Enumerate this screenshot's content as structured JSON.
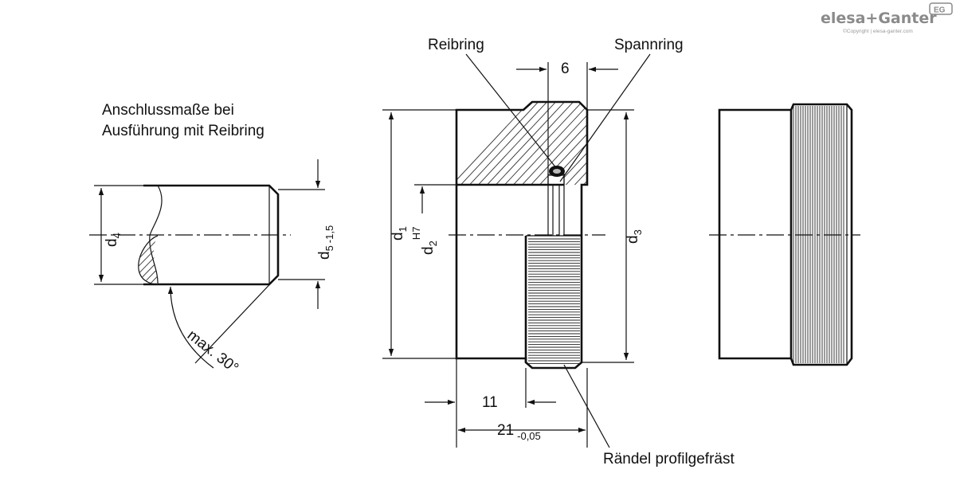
{
  "brand": {
    "name": "elesa+Ganter",
    "badge": "EG",
    "copyright": "©Copyright | elesa-ganter.com"
  },
  "labels": {
    "connection_line1": "Anschlussmaße bei",
    "connection_line2": "Ausführung mit Reibring",
    "friction_ring": "Reibring",
    "tension_ring": "Spannring",
    "knurl": "Rändel profilgefräst"
  },
  "dimensions": {
    "d4": {
      "main": "d",
      "sub": "4"
    },
    "d5": {
      "main": "d",
      "sub": "5",
      "tol": "-1,5"
    },
    "angle": "max. 30°",
    "d1": {
      "main": "d",
      "sub": "1"
    },
    "d2": {
      "main": "d",
      "sub": "2",
      "tol": "H7"
    },
    "d3": {
      "main": "d",
      "sub": "3"
    },
    "width_6": "6",
    "width_11": "11",
    "width_21": {
      "main": "21",
      "tol": "-0,05"
    }
  }
}
